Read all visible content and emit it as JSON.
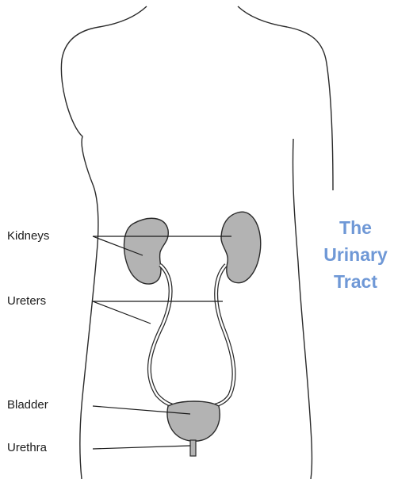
{
  "title": {
    "lines": [
      "The",
      "Urinary",
      "Tract"
    ],
    "color": "#6f98d6"
  },
  "labels": {
    "kidneys": "Kidneys",
    "ureters": "Ureters",
    "bladder": "Bladder",
    "urethra": "Urethra"
  },
  "colors": {
    "organ_fill": "#b3b3b3",
    "outline": "#2a2a2a",
    "leader_line": "#1a1a1a"
  }
}
